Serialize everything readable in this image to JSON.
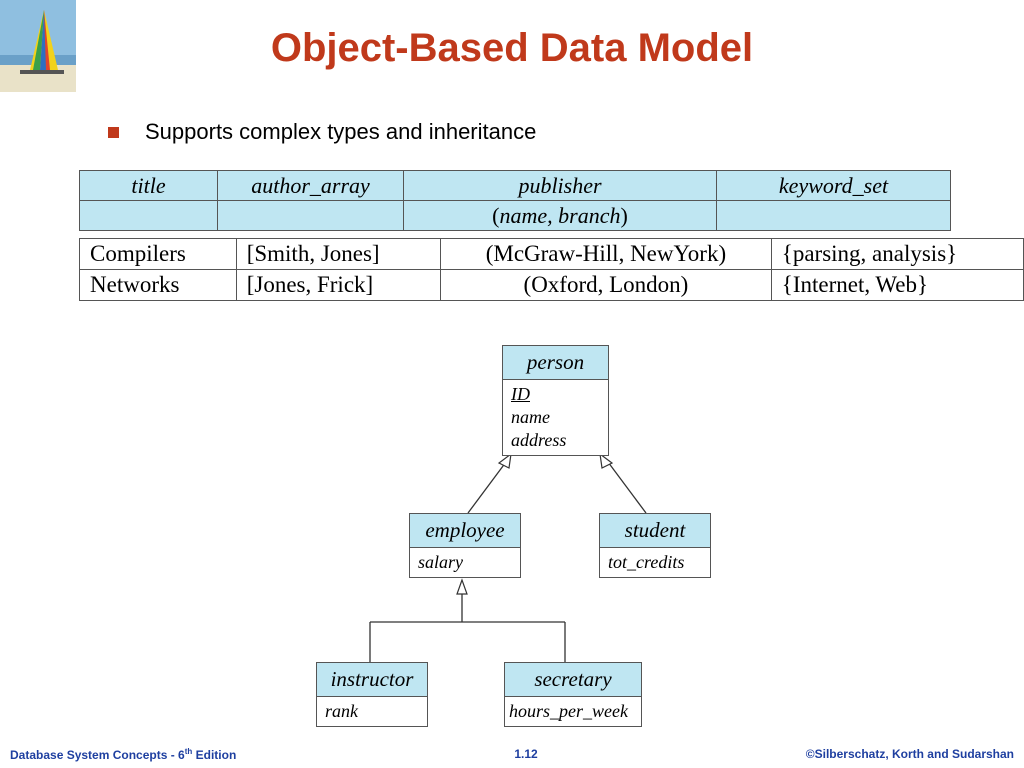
{
  "slide": {
    "title": "Object-Based Data Model",
    "bullet": "Supports complex types and inheritance"
  },
  "relation": {
    "columns": [
      "title",
      "author_array",
      "publisher",
      "keyword_set"
    ],
    "publisher_sub_name": "name",
    "publisher_sub_branch": "branch",
    "rows": [
      [
        "Compilers",
        "[Smith, Jones]",
        "(McGraw-Hill, NewYork)",
        "{parsing, analysis}"
      ],
      [
        "Networks",
        "[Jones, Frick]",
        "(Oxford, London)",
        "{Internet, Web}"
      ]
    ]
  },
  "hierarchy": {
    "person": {
      "name": "person",
      "attrs": [
        "ID",
        "name",
        "address"
      ]
    },
    "employee": {
      "name": "employee",
      "attrs": [
        "salary"
      ]
    },
    "student": {
      "name": "student",
      "attrs": [
        "tot_credits"
      ]
    },
    "instructor": {
      "name": "instructor",
      "attrs": [
        "rank"
      ]
    },
    "secretary": {
      "name": "secretary",
      "attrs": [
        "hours_per_week"
      ]
    }
  },
  "footer": {
    "left_prefix": "Database System Concepts - 6",
    "left_sup": "th",
    "left_suffix": " Edition",
    "center": "1.12",
    "right": "©Silberschatz, Korth and Sudarshan"
  },
  "colors": {
    "title": "#c0391b",
    "header_fill": "#bfe6f2",
    "footer": "#1e3fa0"
  }
}
